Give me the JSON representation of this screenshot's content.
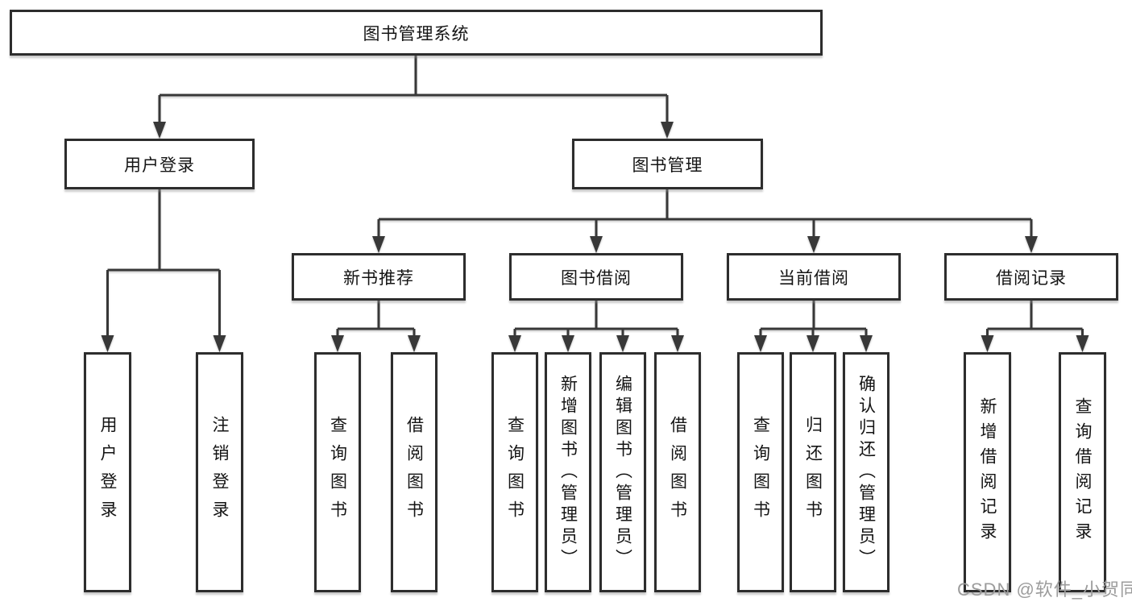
{
  "diagram": {
    "title": "图书管理系统",
    "colors": {
      "line": "#383838",
      "border": "#2d2d2d",
      "text": "#141414",
      "watermark": "#9c9c9c",
      "background": "#ffffff"
    },
    "nodes": {
      "root": "图书管理系统",
      "user_login": "用户登录",
      "book_management": "图书管理",
      "new_book_recommend": "新书推荐",
      "book_borrow": "图书借阅",
      "current_borrow": "当前借阅",
      "borrow_records": "借阅记录",
      "leaves": [
        "用户登录",
        "注销登录",
        "查询图书",
        "借阅图书",
        "查询图书",
        "新增图书（管理员）",
        "编辑图书（管理员）",
        "借阅图书",
        "查询图书",
        "归还图书",
        "确认归还（管理员）",
        "新增借阅记录",
        "查询借阅记录"
      ]
    },
    "hierarchy": [
      {
        "parent": "图书管理系统",
        "children": [
          "用户登录",
          "图书管理"
        ]
      },
      {
        "parent": "用户登录",
        "children": [
          "用户登录",
          "注销登录"
        ]
      },
      {
        "parent": "图书管理",
        "children": [
          "新书推荐",
          "图书借阅",
          "当前借阅",
          "借阅记录"
        ]
      },
      {
        "parent": "新书推荐",
        "children": [
          "查询图书",
          "借阅图书"
        ]
      },
      {
        "parent": "图书借阅",
        "children": [
          "查询图书",
          "新增图书（管理员）",
          "编辑图书（管理员）",
          "借阅图书"
        ]
      },
      {
        "parent": "当前借阅",
        "children": [
          "查询图书",
          "归还图书",
          "确认归还（管理员）"
        ]
      },
      {
        "parent": "借阅记录",
        "children": [
          "新增借阅记录",
          "查询借阅记录"
        ]
      }
    ],
    "watermark": "CSDN @软件_小贺同学"
  }
}
